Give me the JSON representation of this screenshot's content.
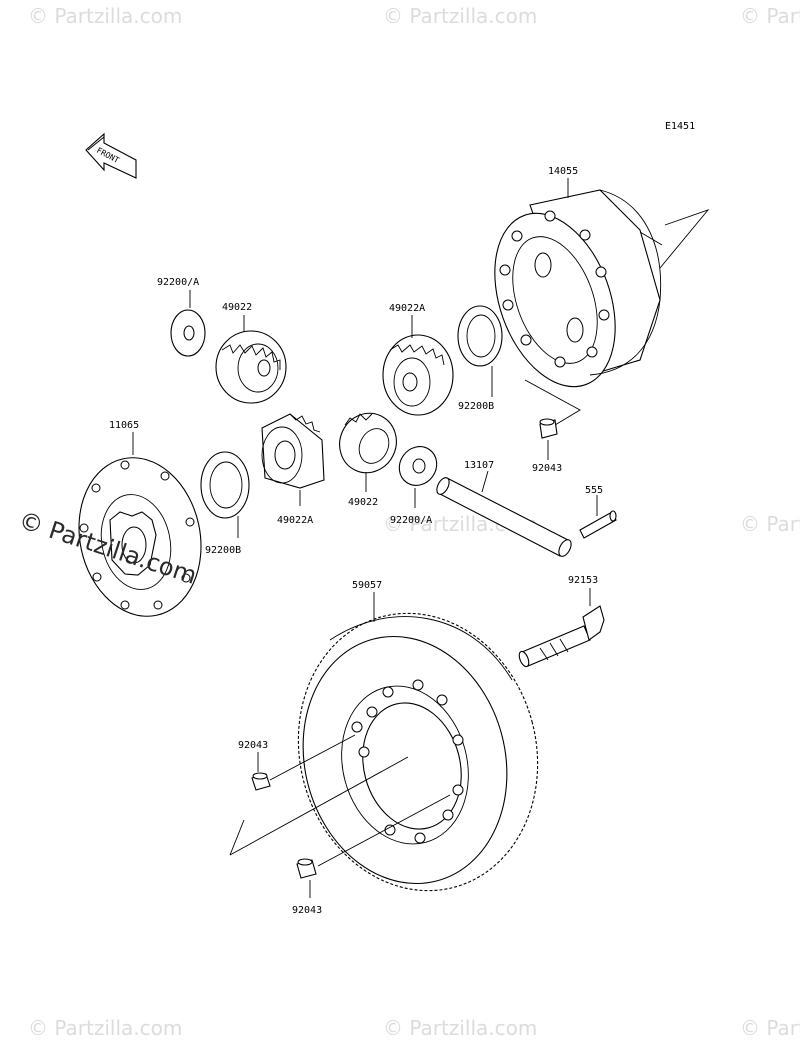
{
  "watermark": {
    "text": "© Partzilla.com"
  },
  "diagram_code": "E1451",
  "front_arrow": {
    "label": "FRONT"
  },
  "parts": {
    "p14055": "14055",
    "p92200A_top": "92200/A",
    "p49022_top": "49022",
    "p49022A_top": "49022A",
    "p92200B_right": "92200B",
    "p92043_right": "92043",
    "p11065": "11065",
    "p92200B_left": "92200B",
    "p49022A_mid": "49022A",
    "p49022_mid": "49022",
    "p92200A_mid": "92200/A",
    "p13107": "13107",
    "p555": "555",
    "p92153": "92153",
    "p59057": "59057",
    "p92043_left": "92043",
    "p92043_bottom": "92043"
  }
}
